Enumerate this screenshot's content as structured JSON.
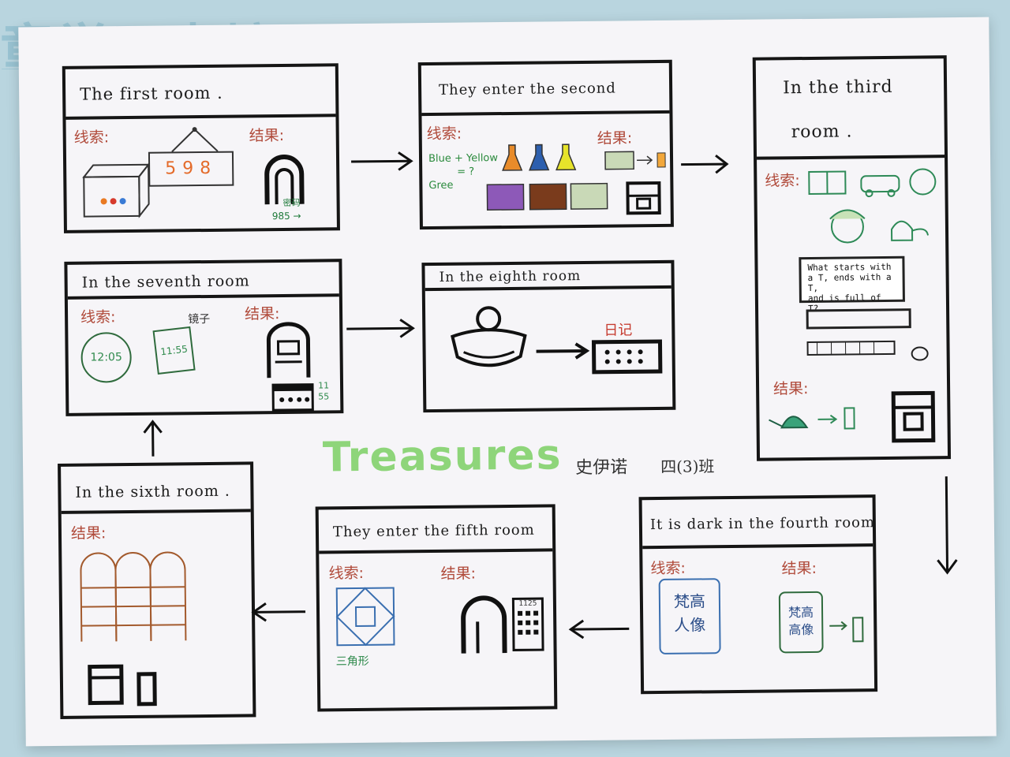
{
  "background_text": "童学习点坊",
  "title": "Treasures",
  "author": {
    "name": "史伊诺",
    "class": "四(3)班"
  },
  "labels": {
    "clue": "线索:",
    "result": "结果:"
  },
  "rooms": {
    "first": {
      "title": "The first  room .",
      "code": "598",
      "lock_code": "985",
      "code_label": "密码"
    },
    "second": {
      "title": "They enter the second room .",
      "formula_line1": "Blue + Yellow",
      "formula_line2": "= ?",
      "formula_line3": "Gree"
    },
    "third": {
      "title_line1": "In   the   third",
      "title_line2": "room .",
      "note_line1": "What starts with",
      "note_line2": "a T, ends with a T,",
      "note_line3": "and is full of T?"
    },
    "fourth": {
      "title": "It is dark  in the  fourth  room",
      "portrait_line1": "梵高",
      "portrait_line2": "人像",
      "box_line1": "梵高",
      "box_line2": "高像"
    },
    "fifth": {
      "title": "They enter the fifth room .",
      "shape_label": "三角形",
      "keypad_code": "1125"
    },
    "sixth": {
      "title": "In  the sixth room ."
    },
    "seventh": {
      "title": "In  the  seventh  room",
      "clock_time": "12:05",
      "mirror_time": "11:55",
      "mirror_label": "镜子",
      "result_line1": "11",
      "result_line2": "55"
    },
    "eighth": {
      "title": "In  the  eighth  room",
      "diary_label": "日记"
    }
  }
}
